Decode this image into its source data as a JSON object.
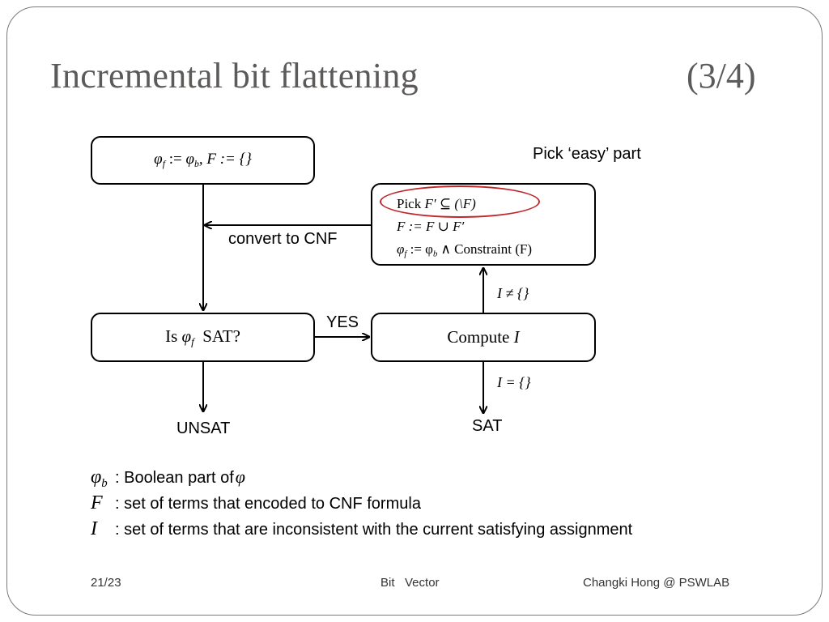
{
  "slide": {
    "title": "Incremental bit flattening",
    "page_indicator": "(3/4)"
  },
  "diagram": {
    "init_box": {
      "phi": "φ",
      "sub_f": "f",
      "assign": " := ",
      "sub_b": "b",
      "rest": ", F := {}"
    },
    "pick_box": {
      "line1_prefix": "Pick ",
      "line1_math": "F′  ⊆  (\\F)",
      "line2": "F := F ∪ F′",
      "line3_phi": "φ",
      "line3_sub_f": "f",
      "line3_assign": " := φ",
      "line3_sub_b": "b",
      "line3_rest": " ∧ Constraint (F)"
    },
    "sat_box": {
      "prefix": "Is ",
      "phi": "φ",
      "sub_f": "f",
      "suffix": "  SAT?"
    },
    "compute_box": {
      "prefix": "Compute ",
      "var": "I"
    },
    "labels": {
      "pick_easy": "Pick ‘easy’ part",
      "convert": "convert to CNF",
      "yes": "YES",
      "i_not_empty": "I ≠ {}",
      "i_empty": "I = {}",
      "unsat": "UNSAT",
      "sat": "SAT"
    }
  },
  "legend": [
    {
      "symbol": "φ",
      "sub": "b",
      "text": ": Boolean part of ",
      "suffix_symbol": "φ"
    },
    {
      "symbol": "F",
      "sub": "",
      "text": ": set of terms that encoded to CNF formula",
      "suffix_symbol": ""
    },
    {
      "symbol": "I",
      "sub": "",
      "text": ": set of terms that are inconsistent with the current satisfying assignment",
      "suffix_symbol": ""
    }
  ],
  "footer": {
    "page": "21/23",
    "topic": "Bit   Vector",
    "author": "Changki Hong @ PSWLAB"
  },
  "colors": {
    "title": "#5d5a5a",
    "highlight": "#c0282d",
    "frame": "#7a7a7a"
  }
}
